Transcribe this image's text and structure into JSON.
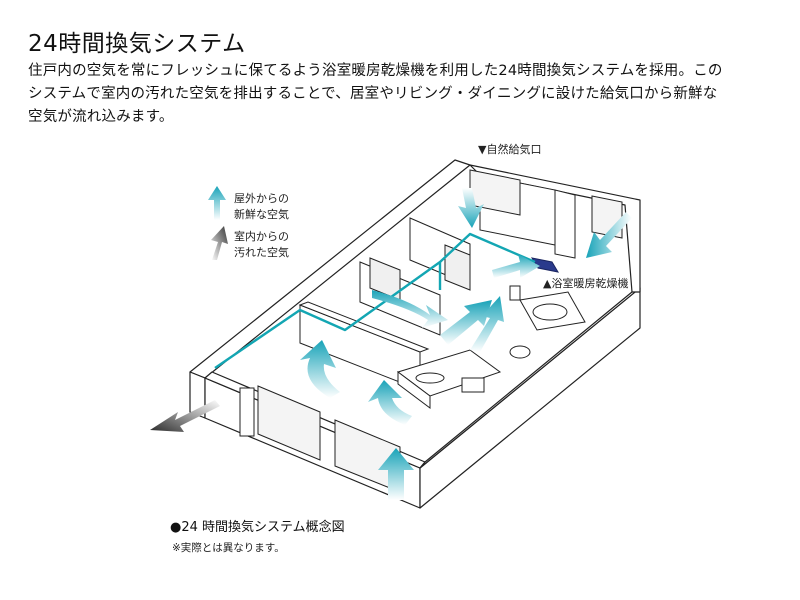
{
  "header": {
    "title": "24時間換気システム",
    "description_line1": "住戸内の空気を常にフレッシュに保てるよう浴室暖房乾燥機を利用した24時間換気システムを採用。この",
    "description_line2": "システムで室内の汚れた空気を排出することで、居室やリビング・ダイニングに設けた給気口から新鮮な",
    "description_line3": "空気が流れ込みます。"
  },
  "legend": {
    "fresh_line1": "屋外からの",
    "fresh_line2": "新鮮な空気",
    "stale_line1": "室内からの",
    "stale_line2": "汚れた空気"
  },
  "labels": {
    "natural_intake": "▼自然給気口",
    "bath_dryer": "▲浴室暖房乾燥機"
  },
  "caption": {
    "title": "●24 時間換気システム概念図",
    "note": "※実際とは異なります。"
  },
  "colors": {
    "fresh_air": "#18a3b8",
    "stale_air": "#333333",
    "duct": "#13a6b3",
    "dryer_unit": "#2a3a8c"
  }
}
